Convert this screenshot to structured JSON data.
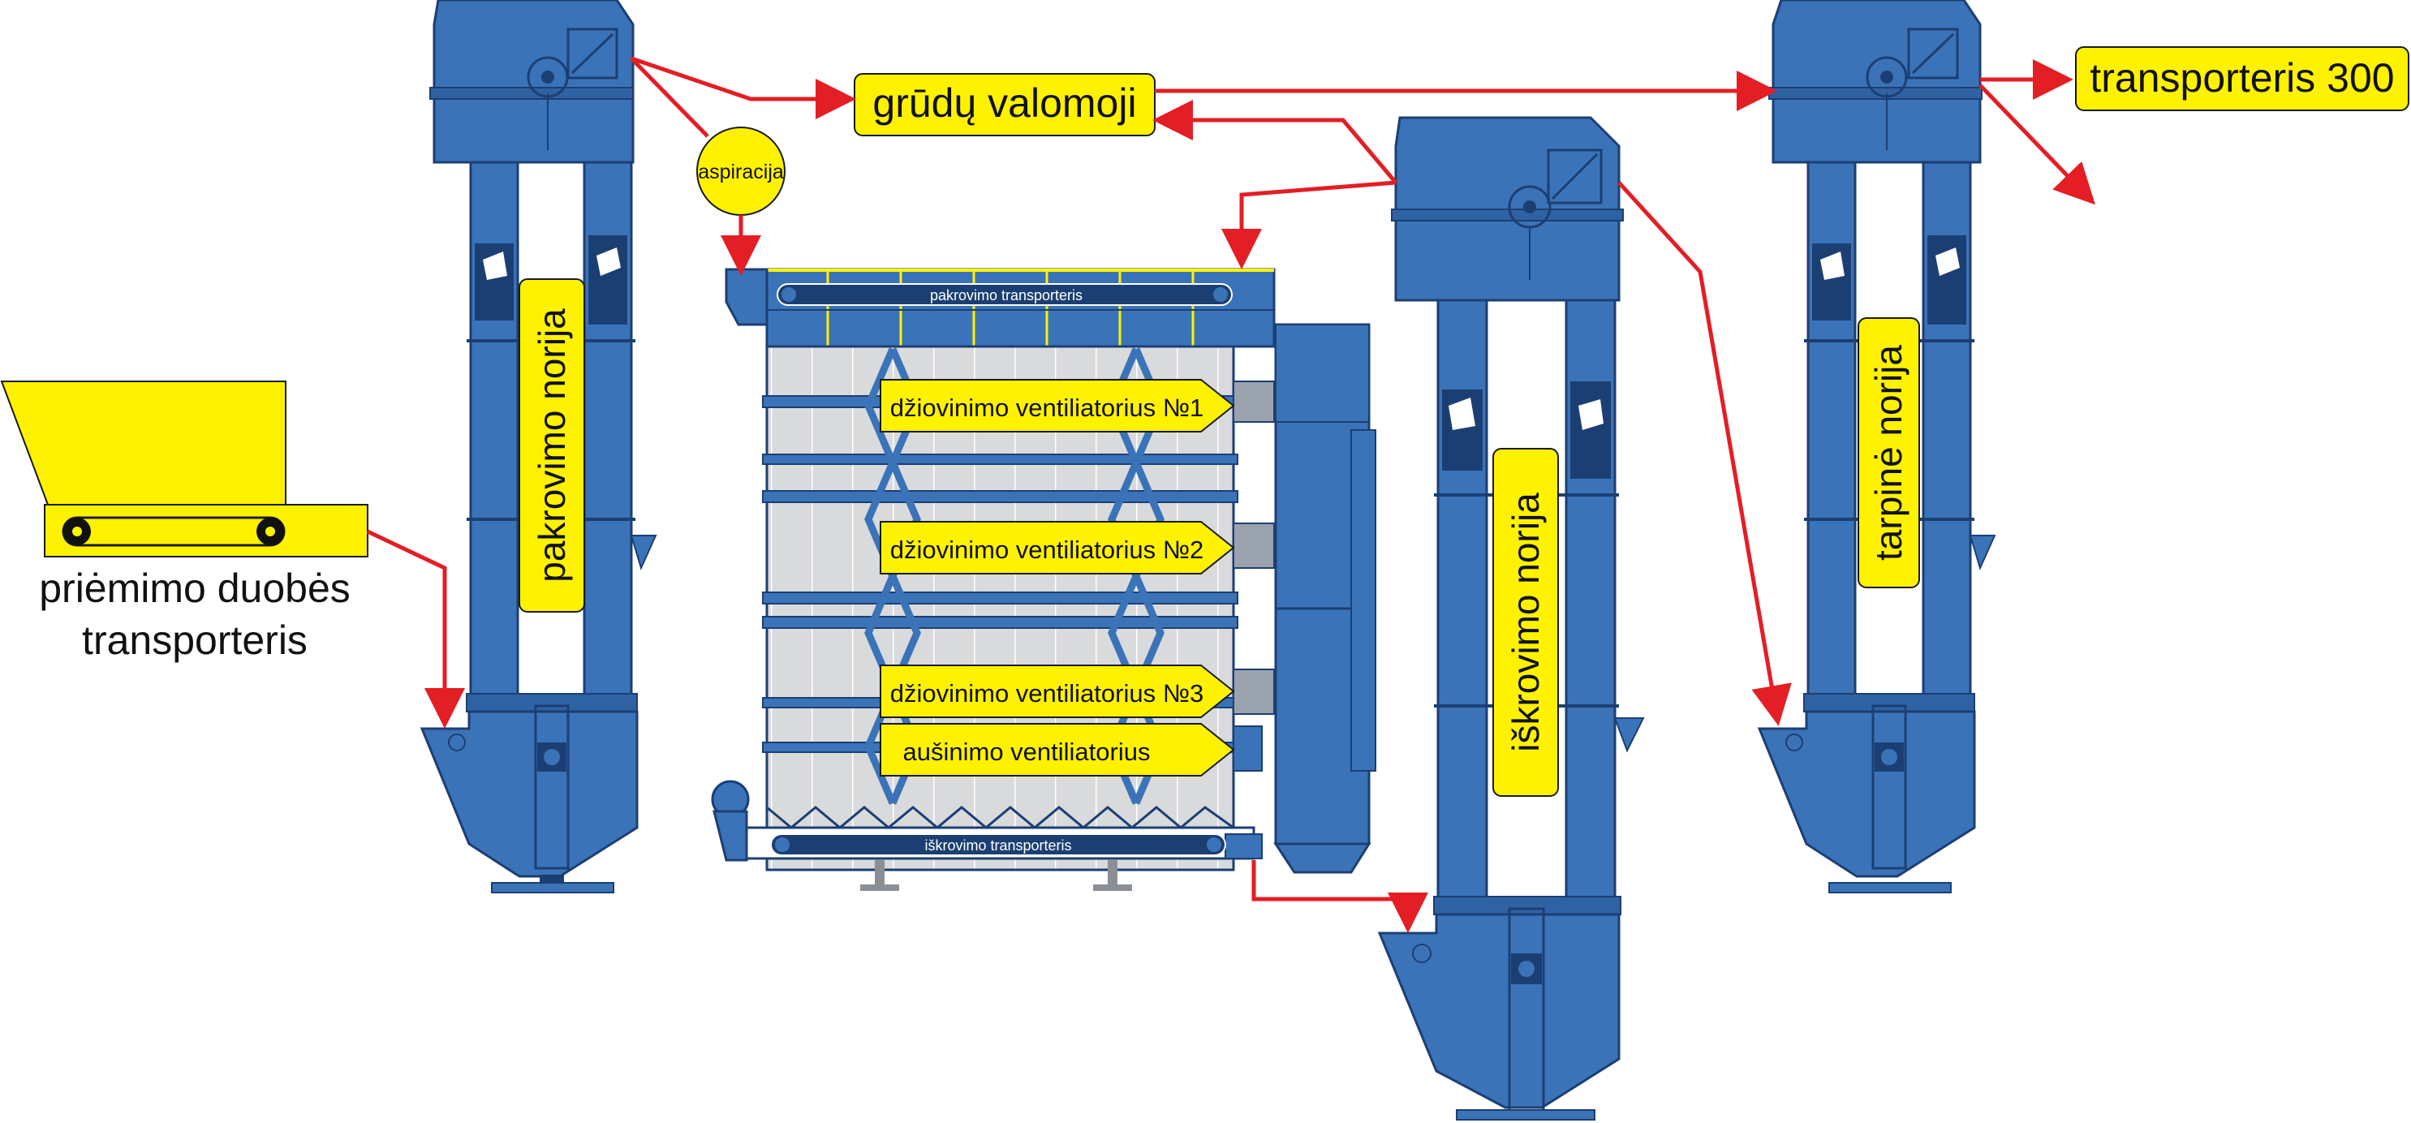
{
  "labels": {
    "hopper": [
      "priėmimo duobės",
      "transporteris"
    ],
    "loading_elevator": "pakrovimo norija",
    "aspiration": "aspiracija",
    "grain_cleaner": "grūdų valomoji",
    "loading_conveyor": "pakrovimo transporteris",
    "fan1": "džiovinimo ventiliatorius №1",
    "fan2": "džiovinimo ventiliatorius №2",
    "fan3": "džiovinimo ventiliatorius №3",
    "cooling_fan": "aušinimo ventiliatorius",
    "unloading_conveyor": "iškrovimo transporteris",
    "unloading_elevator": "iškrovimo norija",
    "intermediate_elevator": "tarpinė norija",
    "conveyor_300": "transporteris 300"
  },
  "colors": {
    "machine_blue": "#3a73b8",
    "machine_dark": "#1c3f73",
    "label_yellow": "#fff200",
    "arrow_red": "#e31e24",
    "panel_grey": "#d9dadc"
  },
  "icons": [
    "elevator-head",
    "elevator-boot",
    "dryer-tower",
    "fan-duct",
    "belt-conveyor",
    "receiving-hopper"
  ]
}
